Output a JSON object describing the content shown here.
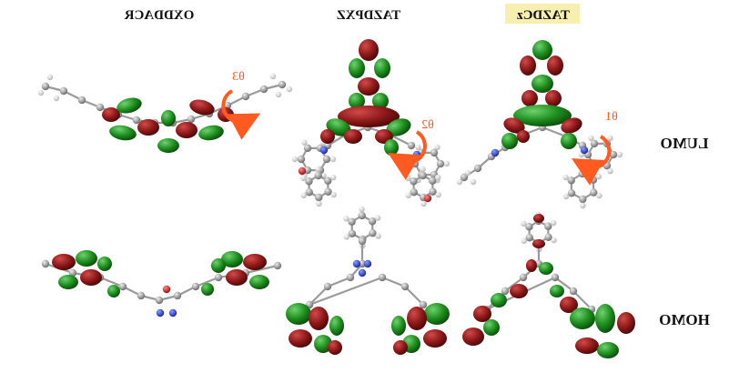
{
  "columns": [
    {
      "id": "oxddacr",
      "title": "OXDDACR",
      "highlight": false
    },
    {
      "id": "tazdpxz",
      "title": "TAZDPXZ",
      "highlight": false
    },
    {
      "id": "tazdcz",
      "title": "TAZDCz",
      "highlight": true
    }
  ],
  "rows": [
    {
      "id": "lumo",
      "label": "LUMO"
    },
    {
      "id": "homo",
      "label": "HOMO"
    }
  ],
  "torsion_labels": [
    "θ3",
    "θ2",
    "θ1"
  ],
  "colors": {
    "lobe_red": "#8e1a1a",
    "lobe_green": "#1f8f1f",
    "arrow": "#ff5a1f",
    "highlight": "#f7efb0",
    "atom_carbon": "#8c8c8c",
    "atom_hydrogen": "#d8d8d8",
    "atom_nitrogen": "#2a3fd6",
    "atom_oxygen": "#d01c1c"
  }
}
